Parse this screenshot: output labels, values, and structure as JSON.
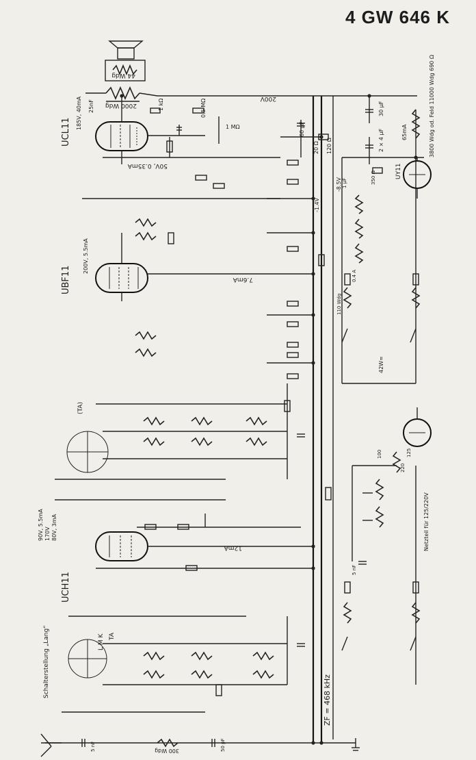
{
  "title": "4 GW 646 K",
  "tubes": {
    "ucl11": "UCL11",
    "ubf11": "UBF11",
    "uch11": "UCH11",
    "uy11": "UY11"
  },
  "labels": {
    "v200": "200V",
    "v185": "185V, 40mA",
    "v50": "50V, 0.35mA",
    "v200ubf": "200V, 5.5mA",
    "ma76": "7.6mA",
    "ma12": "12mA",
    "v90": "90V, 5.5mA",
    "v170": "170V",
    "v80": "80V, 3mA",
    "ma65": "65mA",
    "feld": "3800 Wdg od. Feld 11000 Wdg 690 Ω",
    "v85": "-8.5V",
    "v14": "-1.4V",
    "w42": "42W≈",
    "zf": "ZF = 468 kHz",
    "schalter": "Schalterstellung „Lang“",
    "netzteil": "Netzteil für 125/220V",
    "ta": "TA",
    "ta2": "(TA)",
    "lmk": "L M K",
    "spk_wdg": "44 Wdg",
    "out_wdg": "2000 Wdg",
    "c25nf": "25nF",
    "r1k": "1 kΩ",
    "r05m": "0.5 MΩ",
    "r1m": "1 MΩ",
    "c60": "60 µF",
    "c30": "30 µF",
    "c2x4": "2 × 4 µF",
    "r20": "20 Ω",
    "r120": "120 Ω",
    "r350": "350 Ω",
    "c1uf": "1 µF",
    "fuse": "0.4 A",
    "wdg110": "110 Wdg",
    "c5nf": "5 nF",
    "c50pf": "50 pF",
    "wdg300": "300 Wdg",
    "c100": "100",
    "c220": "220",
    "c125": "125"
  }
}
